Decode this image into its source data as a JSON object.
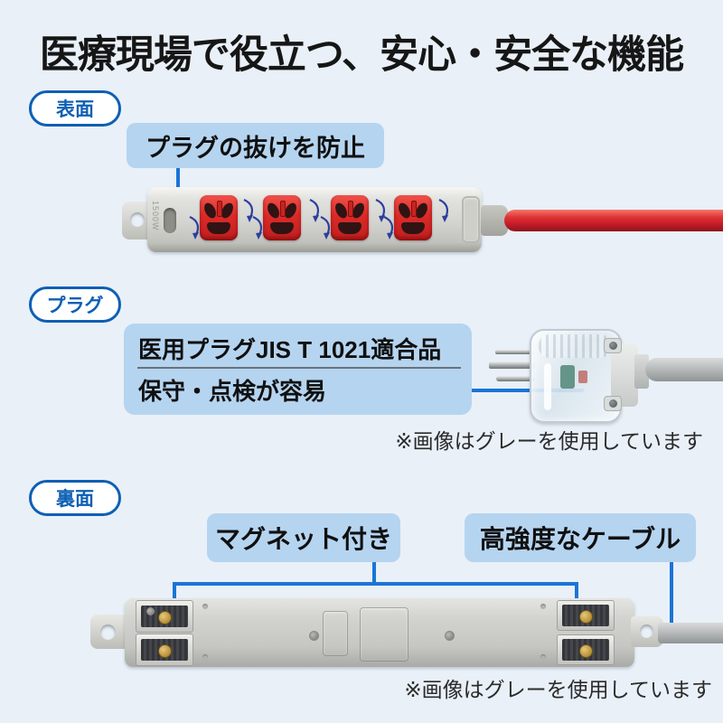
{
  "page": {
    "title": "医療現場で役立つ、安心・安全な機能",
    "background": "#e9f0f8"
  },
  "colors": {
    "badge_blue": "#0e5fb4",
    "line_blue": "#1b74d6",
    "callout_bg": "#b5d4f0",
    "outlet_red": "#dd2a28",
    "cable_red": "#cc1f2c",
    "body_gray": "#d3d3cf",
    "cable_gray": "#b9bcbd",
    "note_text": "#2b2b2b"
  },
  "sections": {
    "front": {
      "badge": "表面",
      "callout": "プラグの抜けを防止",
      "marking": "1500W"
    },
    "plug": {
      "badge": "プラグ",
      "feature_line1": "医用プラグJIS T 1021適合品",
      "feature_line2": "保守・点検が容易",
      "note": "※画像はグレーを使用しています"
    },
    "back": {
      "badge": "裏面",
      "callout_magnet": "マグネット付き",
      "callout_cable": "高強度なケーブル",
      "note": "※画像はグレーを使用しています"
    }
  }
}
